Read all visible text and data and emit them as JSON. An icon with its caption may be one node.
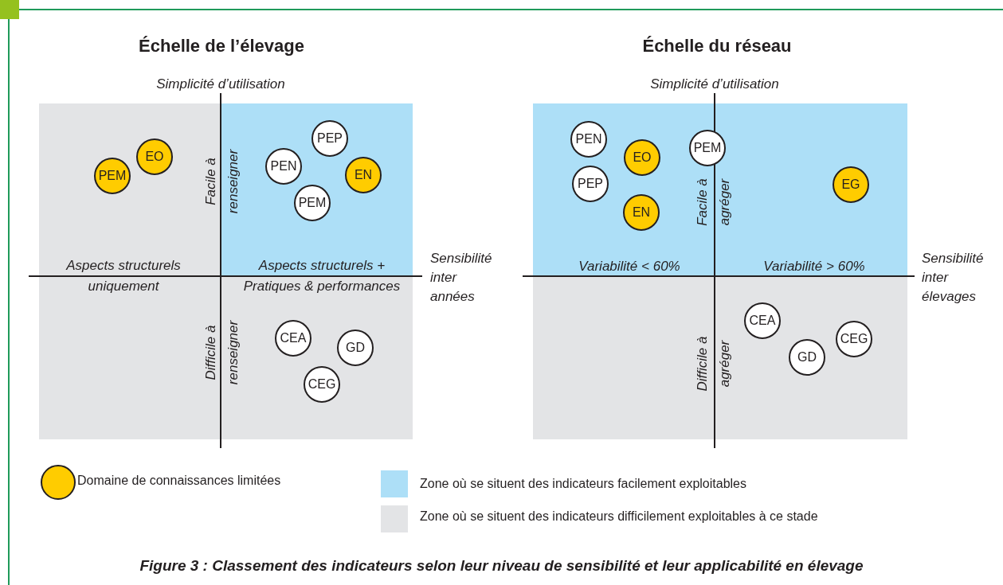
{
  "diagram": {
    "caption": "Figure 3 : Classement des indicateurs selon leur niveau de sensibilité et leur applicabilité en élevage",
    "nodes": [
      {
        "text": [
          "PEP"
        ]
      },
      {
        "text": [
          "EO"
        ]
      },
      {
        "text": [
          "PEN"
        ]
      },
      {
        "text": [
          "EN"
        ]
      },
      {
        "text": [
          "PEM"
        ]
      },
      {
        "text": [
          "PEM"
        ]
      },
      {
        "text": [
          "CEA"
        ]
      },
      {
        "text": [
          "GD"
        ]
      },
      {
        "text": [
          "CEG"
        ]
      },
      {
        "text": [
          "PEN"
        ]
      },
      {
        "text": [
          "PEM"
        ]
      },
      {
        "text": [
          "EO"
        ]
      },
      {
        "text": [
          "PEP"
        ]
      },
      {
        "text": [
          "EG"
        ]
      },
      {
        "text": [
          "EN"
        ]
      },
      {
        "text": [
          "CEA"
        ]
      },
      {
        "text": [
          "CEG"
        ]
      },
      {
        "text": [
          "GD"
        ]
      }
    ],
    "labels": [
      "Échelle de l’élevage",
      "Échelle du réseau",
      "Simplicité d’utilisation",
      "Simplicité d’utilisation",
      "Facile à renseigner",
      "Aspects structurels uniquement",
      "Aspects structurels + Pratiques & performances",
      "Sensibilité inter années",
      "Difficile à renseigner",
      "Facile à agréger",
      "Variabilité < 60%",
      "Variabilité > 60%",
      "Sensibilité inter élevages",
      "Difficile à agréger"
    ],
    "legend": [
      {
        "text": "Domaine de connaissances limitées",
        "color": "#ffcc00"
      },
      {
        "text": "Zone où se situent des indicateurs facilement exploitables",
        "color": "#addff7"
      },
      {
        "text": "Zone où se situent des indicateurs difficilement exploitables à ce stade",
        "color": "#e3e4e6"
      }
    ]
  }
}
